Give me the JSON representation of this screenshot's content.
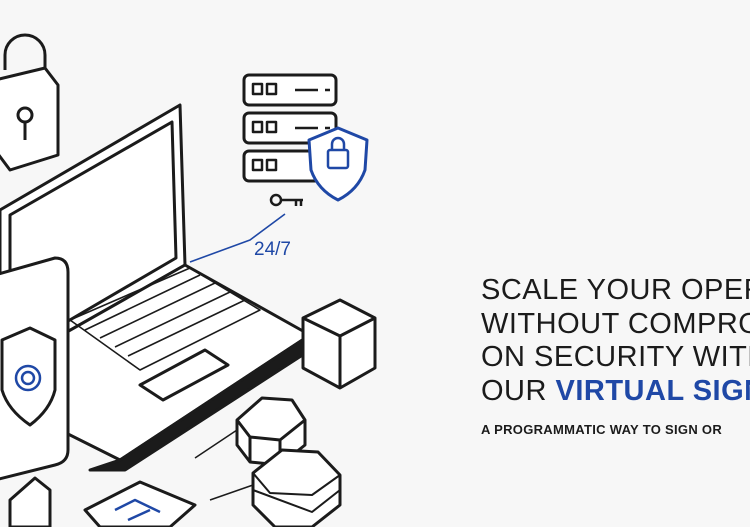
{
  "headline": {
    "line1": "SCALE YOUR OPER",
    "line2": "WITHOUT COMPRO",
    "line3": "ON SECURITY WITH",
    "line4_prefix": "OUR ",
    "line4_highlight": "VIRTUAL SIGN"
  },
  "subheadline": "A PROGRAMMATIC WAY TO SIGN OR",
  "illustration": {
    "availability_label": "24/7"
  },
  "colors": {
    "accent": "#1f48a6",
    "background": "#f7f7f7",
    "ink": "#1b1b1b"
  }
}
